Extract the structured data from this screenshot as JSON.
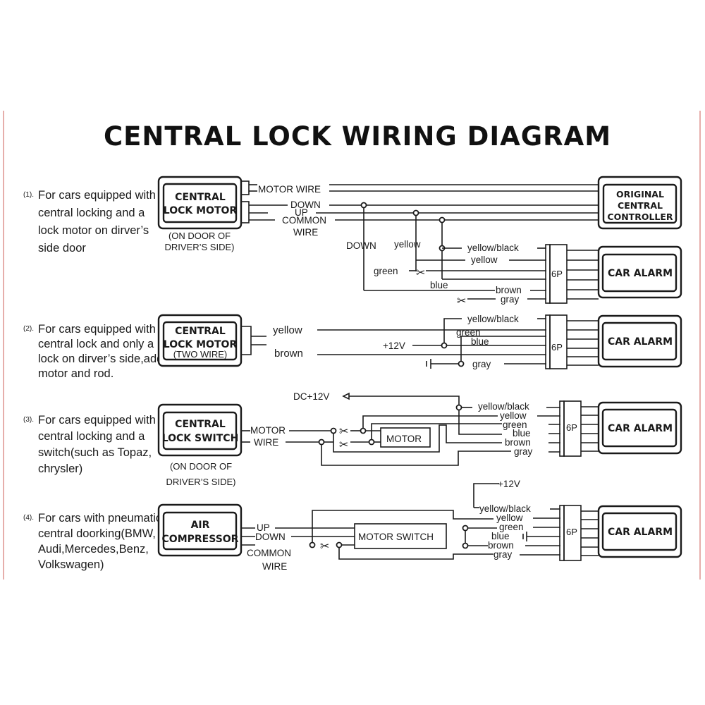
{
  "title": "CENTRAL LOCK WIRING DIAGRAM",
  "colors": {
    "border": "#d9827e",
    "ink": "#1a1a1a"
  },
  "sections": [
    {
      "number": "(1).",
      "description": [
        "For cars equipped with",
        "central locking and a",
        "lock motor on dirver’s",
        "side door"
      ],
      "device": {
        "line1": "CENTRAL",
        "line2": "LOCK MOTOR",
        "note1": "(ON DOOR OF",
        "note2": "DRIVER’S SIDE)"
      },
      "controller": {
        "line1": "ORIGINAL",
        "line2": "CENTRAL",
        "line3": "CONTROLLER"
      },
      "wire_labels": {
        "motor_wire": "MOTOR WIRE",
        "down": "DOWN",
        "up": "UP",
        "common": "COMMON",
        "wire": "WIRE",
        "down_drop": "DOWN",
        "yellow_drop": "yellow",
        "green": "green",
        "blue": "blue"
      },
      "alarm": {
        "connector": "6P",
        "label": "CAR ALARM"
      },
      "alarm_wires": [
        "yellow/black",
        "yellow",
        "brown",
        "gray"
      ]
    },
    {
      "number": "(2).",
      "description": [
        "For cars equipped with",
        "central lock and only a",
        "lock  on dirver’s side,add",
        "motor and rod."
      ],
      "device": {
        "line1": "CENTRAL",
        "line2": "LOCK MOTOR",
        "line3": "(TWO WIRE)"
      },
      "wire_labels": {
        "yellow": "yellow",
        "brown": "brown",
        "v12": "+12V",
        "green": "green",
        "blue": "blue"
      },
      "alarm": {
        "connector": "6P",
        "label": "CAR ALARM"
      },
      "alarm_wires": [
        "yellow/black",
        "gray"
      ]
    },
    {
      "number": "(3).",
      "description": [
        "For cars equipped with",
        "central locking  and a",
        "switch(such as Topaz,",
        "chrysler)"
      ],
      "device": {
        "line1": "CENTRAL",
        "line2": "LOCK SWITCH",
        "note1": "(ON DOOR OF",
        "note2": "DRIVER’S SIDE)"
      },
      "wire_labels": {
        "motor": "MOTOR",
        "wire": "WIRE",
        "dc12": "DC+12V",
        "motor_box": "MOTOR"
      },
      "alarm": {
        "connector": "6P",
        "label": "CAR ALARM"
      },
      "alarm_wires": [
        "yellow/black",
        "yellow",
        "green",
        "blue",
        "brown",
        "gray"
      ]
    },
    {
      "number": "(4).",
      "description": [
        "For cars  with pneumatic",
        "central doorking(BMW,",
        "Audi,Mercedes,Benz,",
        "Volkswagen)"
      ],
      "device": {
        "line1": "AIR",
        "line2": "COMPRESSOR"
      },
      "wire_labels": {
        "up": "UP",
        "down": "DOWN",
        "common": "COMMON",
        "wire": "WIRE",
        "v12": "+12V",
        "motor_switch": "MOTOR  SWITCH"
      },
      "alarm": {
        "connector": "6P",
        "label": "CAR ALARM"
      },
      "alarm_wires": [
        "yellow/black",
        "yellow",
        "green",
        "blue",
        "brown",
        "gray"
      ]
    }
  ]
}
